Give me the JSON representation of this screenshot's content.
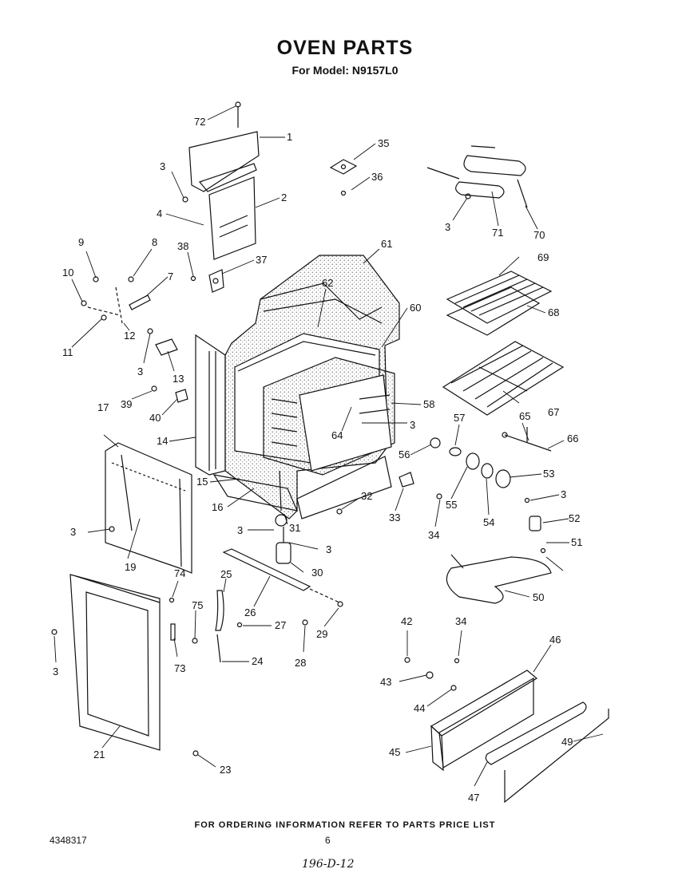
{
  "header": {
    "title": "OVEN PARTS",
    "model_line": "For Model: N9157L0"
  },
  "footer": {
    "ordering_note": "FOR ORDERING INFORMATION REFER TO PARTS PRICE LIST",
    "document_number": "4348317",
    "page_number": "6",
    "handwritten_code": "196-D-12"
  },
  "callouts": {
    "c72": "72",
    "c1": "1",
    "c3a": "3",
    "c2": "2",
    "c4": "4",
    "c35": "35",
    "c36": "36",
    "c3b": "3",
    "c71": "71",
    "c70": "70",
    "c9": "9",
    "c8": "8",
    "c38": "38",
    "c37": "37",
    "c61": "61",
    "c69": "69",
    "c10": "10",
    "c7": "7",
    "c62": "62",
    "c60": "60",
    "c68": "68",
    "c11": "11",
    "c12": "12",
    "c3c": "3",
    "c13": "13",
    "c39": "39",
    "c40": "40",
    "c58": "58",
    "c3d": "3",
    "c64": "64",
    "c67": "67",
    "c17": "17",
    "c14": "14",
    "c57": "57",
    "c65": "65",
    "c66": "66",
    "c56": "56",
    "c53": "53",
    "c15": "15",
    "c16": "16",
    "c32": "32",
    "c33": "33",
    "c55": "55",
    "c3e": "3",
    "c3f": "3",
    "c31": "31",
    "c34a": "34",
    "c54": "54",
    "c52": "52",
    "c3g": "3",
    "c51": "51",
    "c19": "19",
    "c30": "30",
    "c3h": "3",
    "c74": "74",
    "c25": "25",
    "c26": "26",
    "c50": "50",
    "c75": "75",
    "c27": "27",
    "c29": "29",
    "c42": "42",
    "c34b": "34",
    "c73": "73",
    "c24": "24",
    "c28": "28",
    "c46": "46",
    "c3i": "3",
    "c43": "43",
    "c44": "44",
    "c21": "21",
    "c45": "45",
    "c49": "49",
    "c23": "23",
    "c47": "47"
  }
}
